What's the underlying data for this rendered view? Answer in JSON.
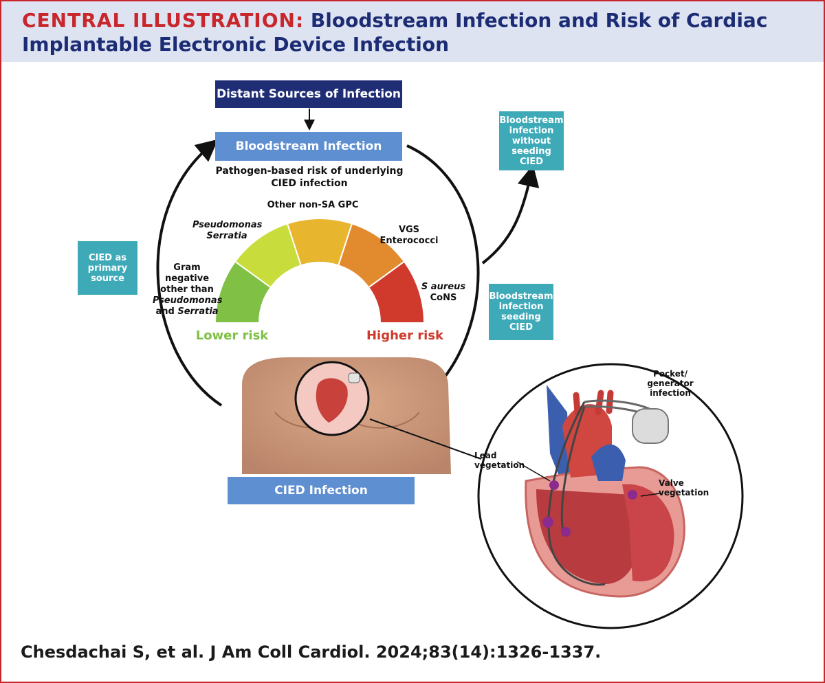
{
  "header": {
    "title_lead": "CENTRAL ILLUSTRATION:",
    "title_rest": "Bloodstream Infection and Risk of Cardiac Implantable Electronic Device Infection"
  },
  "boxes": {
    "distant_sources": "Distant Sources of Infection",
    "bloodstream": "Bloodstream Infection",
    "cied_infection": "CIED Infection",
    "cied_primary": "CIED as primary source",
    "bsi_without": "Bloodstream infection without seeding CIED",
    "bsi_seeding": "Bloodstream infection seeding CIED"
  },
  "gauge": {
    "heading": "Pathogen-based risk of underlying CIED infection",
    "seg_gram_1": "Gram",
    "seg_gram_2": "negative",
    "seg_gram_3": "other than",
    "seg_gram_4": "Pseudomonas",
    "seg_gram_5": "and",
    "seg_gram_6": "Serratia",
    "seg_pseud_1": "Pseudomonas",
    "seg_pseud_2": "Serratia",
    "seg_other": "Other non-SA GPC",
    "seg_vgs_1": "VGS",
    "seg_vgs_2": "Enterococci",
    "seg_sa_1": "S aureus",
    "seg_sa_2": "CoNS",
    "lower": "Lower risk",
    "higher": "Higher risk",
    "segment_colors": [
      "#7fc045",
      "#c8dc3c",
      "#e8b52f",
      "#e28a2e",
      "#cf3a2c"
    ]
  },
  "heart_labels": {
    "pocket_1": "Pocket/",
    "pocket_2": "generator",
    "pocket_3": "infection",
    "lead_1": "Lead",
    "lead_2": "vegetation",
    "valve_1": "Valve",
    "valve_2": "vegetation"
  },
  "citation": "Chesdachai S, et al. J Am Coll Cardiol. 2024;83(14):1326-1337."
}
